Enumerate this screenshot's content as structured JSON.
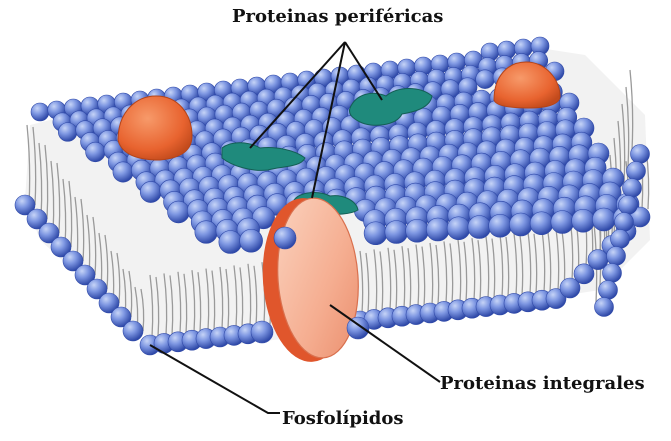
{
  "labels": {
    "peripheral": "Proteinas periféricas",
    "integral": "Proteinas integrales",
    "phospholipids": "Fosfolípidos"
  },
  "colors": {
    "head_light": "#a9bdf0",
    "head_mid": "#6b86dc",
    "head_dark": "#2f49a8",
    "tail": "#9a9a9a",
    "integral_face": "#f6b79c",
    "integral_edge": "#e0562c",
    "orange_protein": "#e8632f",
    "peripheral_protein": "#1f8a7c",
    "leader_line": "#111111"
  }
}
